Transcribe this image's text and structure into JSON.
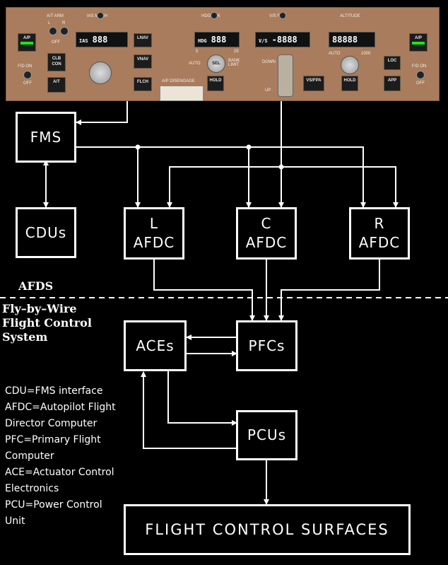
{
  "mcp": {
    "labels": {
      "at_arm": "A/T ARM",
      "at_arm_l": "L",
      "at_arm_r": "R",
      "off_center": "OFF",
      "ias_mach": "IAS  MACH",
      "hdg_trk": "HDG  TRK",
      "vs_fpa": "V/S  FPA",
      "altitude": "ALTITUDE",
      "fd_on_left": "F/D ON",
      "off_left": "OFF",
      "fd_on_right": "F/D ON",
      "off_right": "OFF",
      "bank_5": "5",
      "bank_25": "25",
      "auto_hdg": "AUTO",
      "bank_limit": "BANK\nLIMIT",
      "down": "DOWN",
      "up": "UP",
      "alt_auto": "AUTO",
      "alt_1000": "1000",
      "ap_disengage": "A/P DISENGAGE"
    },
    "buttons": {
      "ap_left": "A/P",
      "ap_right": "A/P",
      "clb_con": "CLB\nCON",
      "at": "A/T",
      "lnav": "LNAV",
      "vnav": "VNAV",
      "flch": "FLCH",
      "hold_hdg": "HOLD",
      "vs_fpa": "VS/FPA",
      "hold_alt": "HOLD",
      "loc": "LOC",
      "app": "APP",
      "sel": "SEL"
    },
    "windows": {
      "ias_label": "IAS",
      "ias_value": "888",
      "hdg_label": "HDG",
      "hdg_value": "888",
      "vs_label": "V/S",
      "vs_value": "-8888",
      "alt_value": "88888"
    },
    "annunciator_colors": {
      "ap_engaged": "#19e619"
    }
  },
  "diagram": {
    "boxes": {
      "fms": "FMS",
      "cdus": "CDUs",
      "l_afdc": "L\nAFDC",
      "c_afdc": "C\nAFDC",
      "r_afdc": "R\nAFDC",
      "aces": "ACEs",
      "pfcs": "PFCs",
      "pcus": "PCUs",
      "surfaces": "FLIGHT CONTROL SURFACES"
    },
    "section_labels": {
      "afds": "AFDS",
      "fbw": "Fly–by–Wire\nFlight Control\nSystem"
    }
  },
  "legend": [
    "CDU=FMS interface",
    "AFDC=Autopilot Flight",
    "Director Computer",
    "PFC=Primary Flight",
    "Computer",
    "ACE=Actuator Control",
    "Electronics",
    "PCU=Power Control",
    "Unit"
  ]
}
